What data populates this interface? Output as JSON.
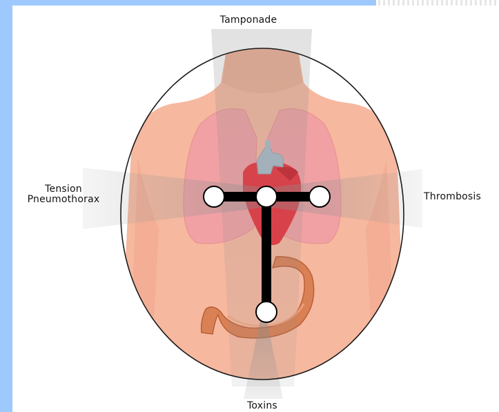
{
  "labels": {
    "top": "Tamponade",
    "left": "Tension\nPneumothorax",
    "right": "Thrombosis",
    "bottom": "Toxins"
  },
  "colors": {
    "frame": "#9ec9ff",
    "skin": "#f6b89f",
    "skin_dark": "#eaa88f",
    "lung": "#f09aa6",
    "heart": "#e8323c",
    "aorta": "#a9bac6",
    "stomach": "#d98055",
    "connector": "#000000",
    "node": "#ffffff"
  },
  "icons": [
    "human-torso-icon",
    "lungs-icon",
    "heart-icon",
    "stomach-icon"
  ]
}
